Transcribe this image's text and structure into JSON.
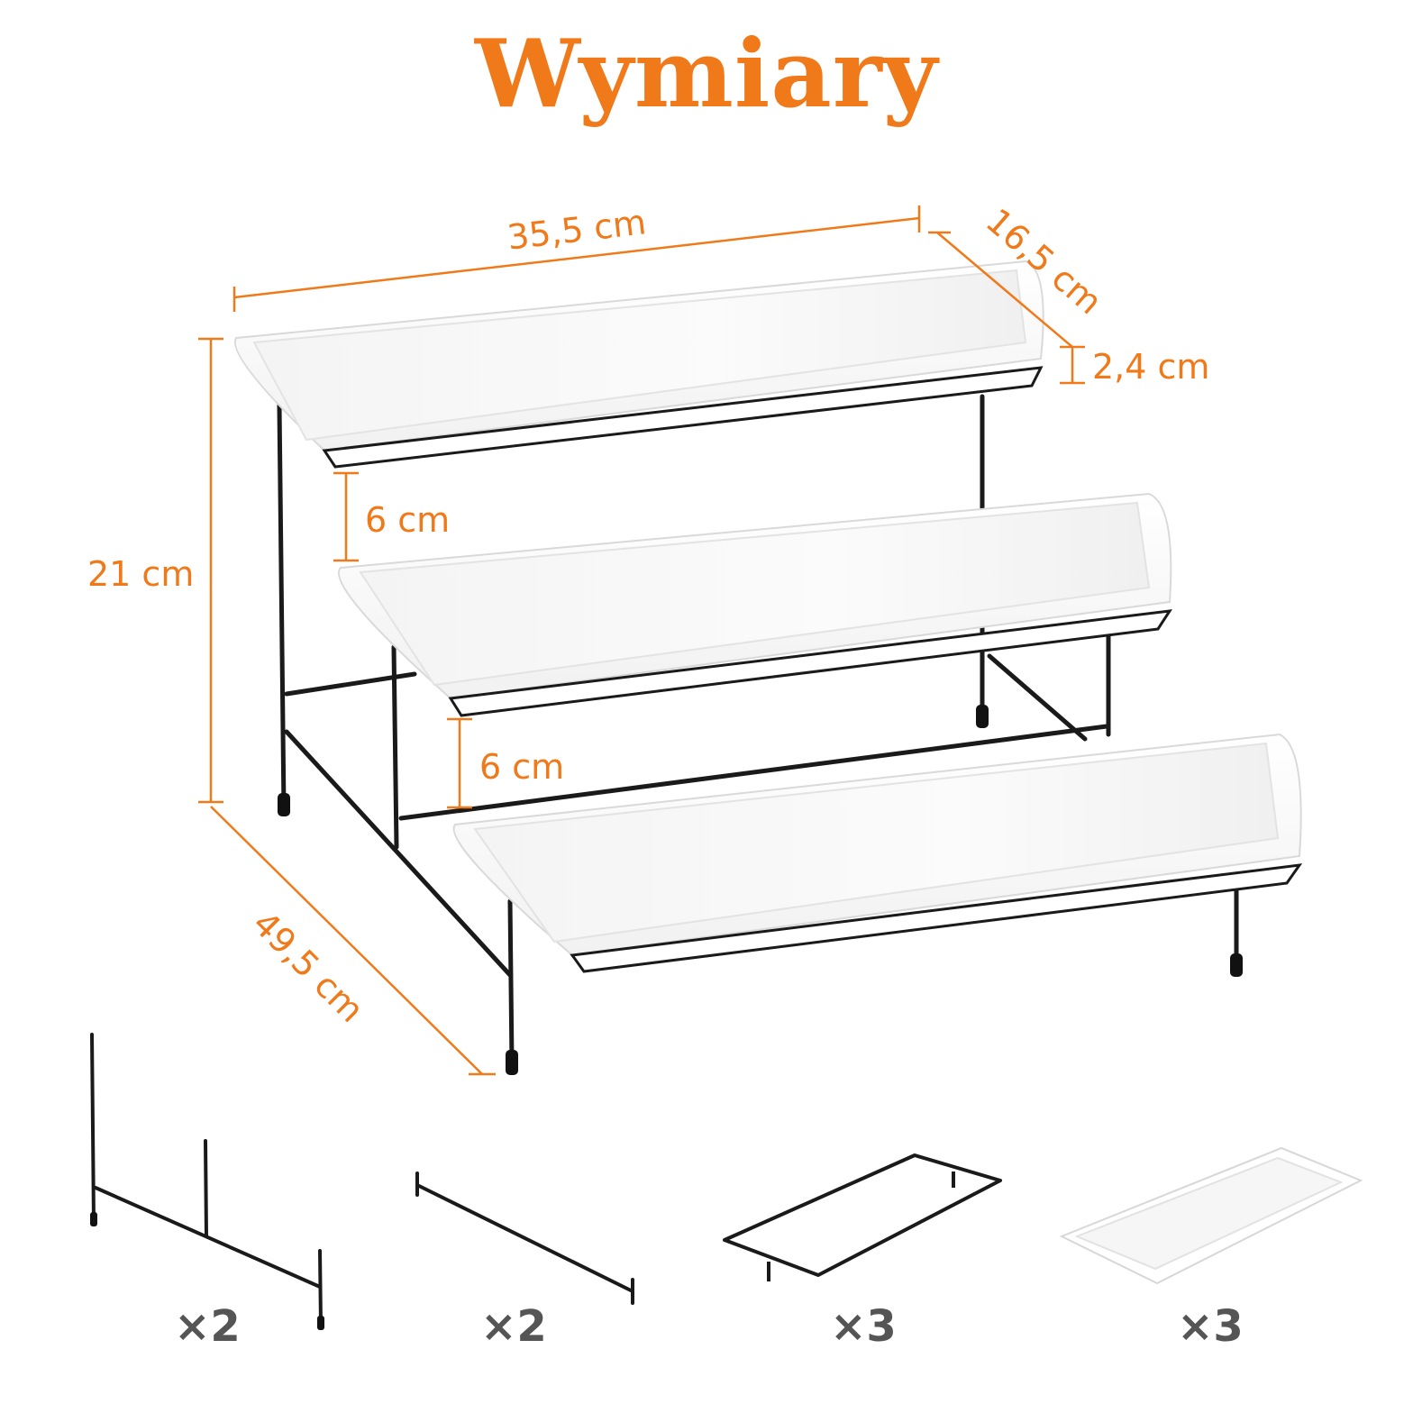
{
  "title": "Wymiary",
  "colors": {
    "accent": "#f07a1a",
    "frame": "#1a1a1a",
    "tray": "#ffffff",
    "count_text": "#555555"
  },
  "dimensions": {
    "length": "35,5 cm",
    "width": "16,5 cm",
    "tray_depth": "2,4 cm",
    "height": "21 cm",
    "tier_gap_upper": "6 cm",
    "tier_gap_lower": "6 cm",
    "depth": "49,5 cm"
  },
  "parts": [
    {
      "name": "side-frame",
      "count": "×2"
    },
    {
      "name": "cross-bar",
      "count": "×2"
    },
    {
      "name": "tray-holder",
      "count": "×3"
    },
    {
      "name": "ceramic-tray",
      "count": "×3"
    }
  ]
}
